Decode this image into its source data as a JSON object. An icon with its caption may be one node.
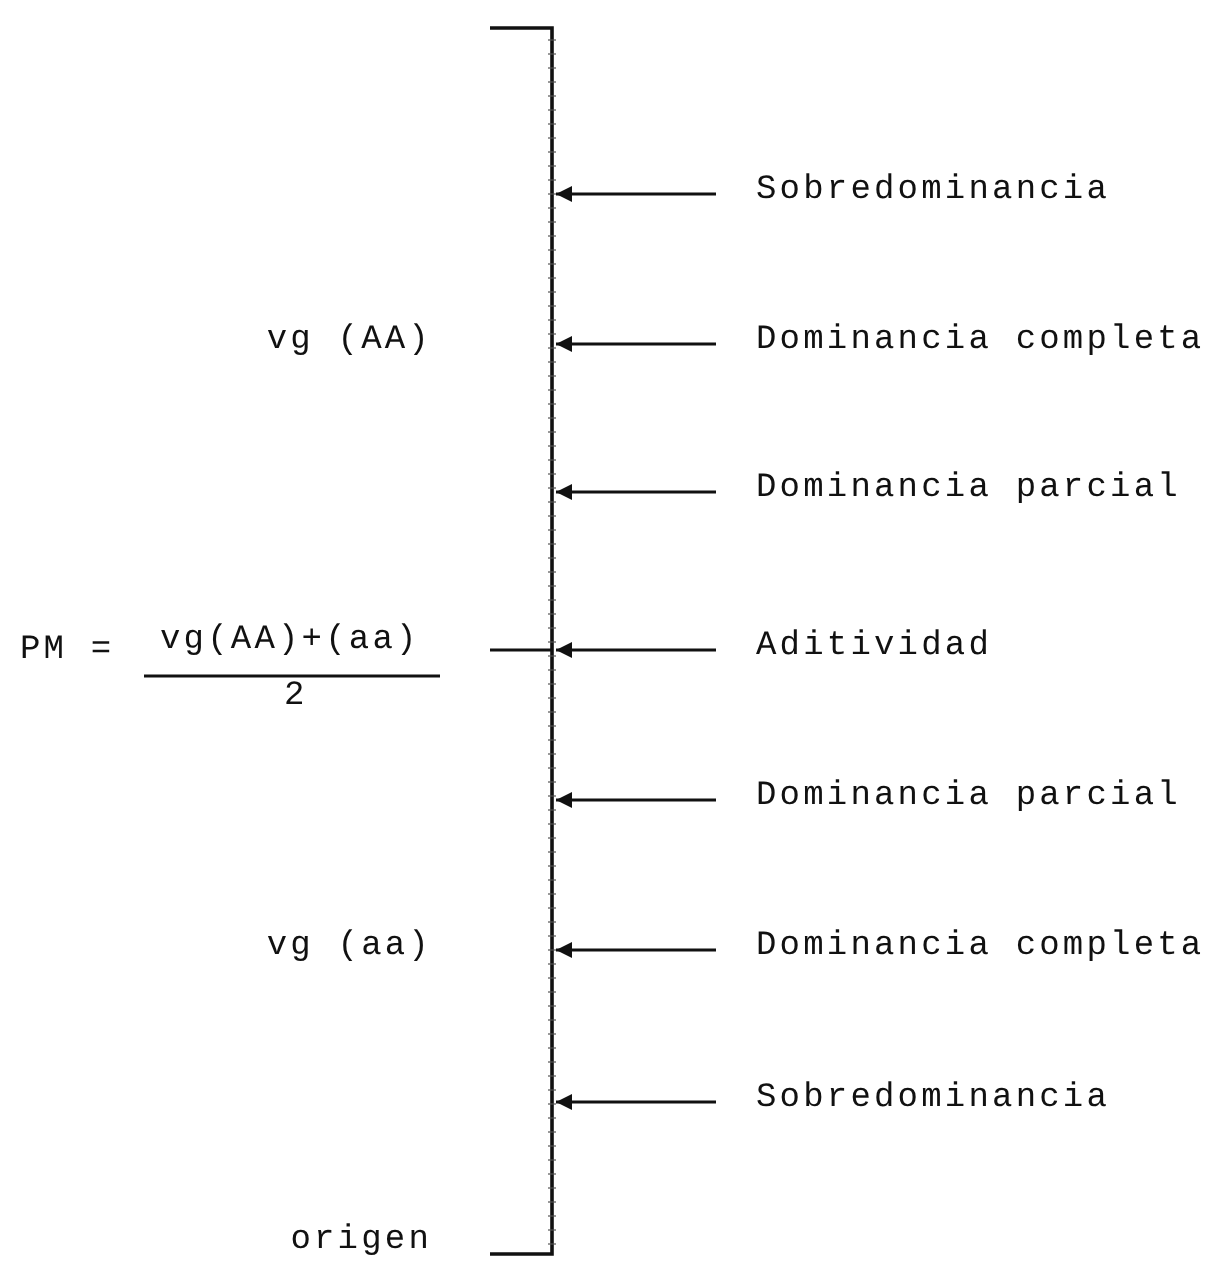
{
  "diagram": {
    "nodes": [
      {
        "text": [],
        "shape": "bar"
      },
      {
        "text": [
          "Sobredominancia"
        ]
      },
      {
        "text": [
          "Dominancia completa"
        ]
      },
      {
        "text": [
          "Dominancia parcial"
        ]
      },
      {
        "text": [
          "Aditividad"
        ]
      },
      {
        "text": [
          "Dominancia parcial"
        ]
      },
      {
        "text": [
          "Dominancia completa"
        ]
      },
      {
        "text": [
          "Sobredominancia"
        ]
      }
    ],
    "edges": [
      {
        "from": 1,
        "to": 0,
        "arrow": "to"
      },
      {
        "from": 2,
        "to": 0,
        "arrow": "to"
      },
      {
        "from": 3,
        "to": 0,
        "arrow": "to"
      },
      {
        "from": 4,
        "to": 0,
        "arrow": "to"
      },
      {
        "from": 5,
        "to": 0,
        "arrow": "to"
      },
      {
        "from": 6,
        "to": 0,
        "arrow": "to"
      },
      {
        "from": 7,
        "to": 0,
        "arrow": "to"
      }
    ],
    "labels": [
      "vg (AA)",
      "PM =",
      "vg(AA)+(aa)",
      "2",
      "vg (aa)",
      "origen"
    ]
  }
}
